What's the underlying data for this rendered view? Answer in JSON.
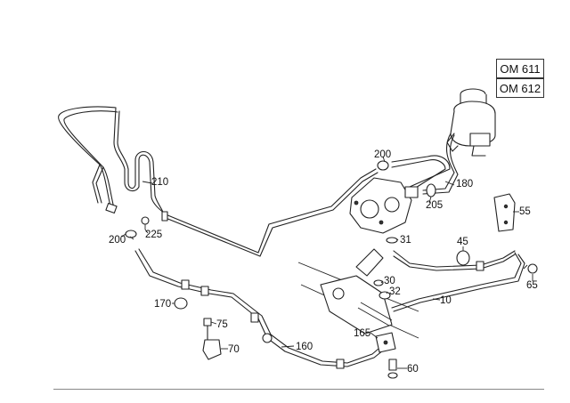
{
  "engine_variants": [
    "OM 611",
    "OM 612"
  ],
  "part_labels": {
    "p210": "210",
    "p200_top": "200",
    "p180": "180",
    "p205": "205",
    "p55": "55",
    "p200_left": "200",
    "p225": "225",
    "p31": "31",
    "p45": "45",
    "p65": "65",
    "p30": "30",
    "p32": "32",
    "p10": "10",
    "p170": "170",
    "p75": "75",
    "p165": "165",
    "p70": "70",
    "p160": "160",
    "p60": "60"
  }
}
